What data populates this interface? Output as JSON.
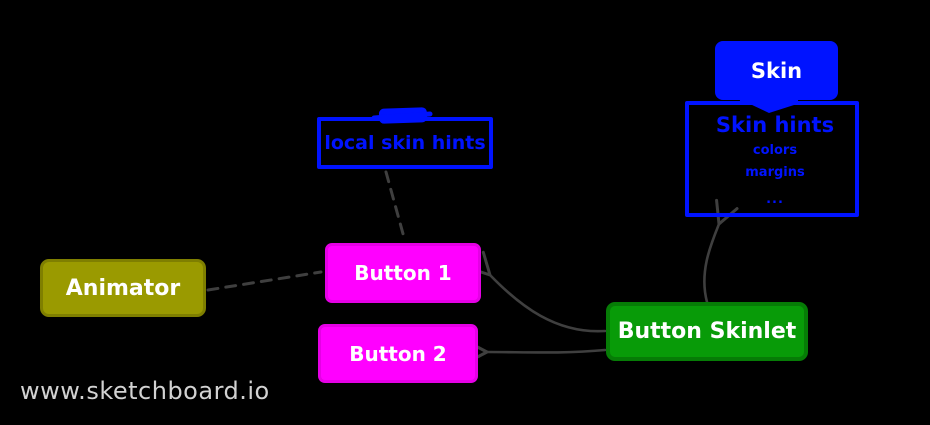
{
  "diagram": {
    "watermark": "www.sketchboard.io",
    "nodes": {
      "skin": {
        "label": "Skin",
        "shape": "filled-rect",
        "color_key": "blue"
      },
      "skin_hints": {
        "title": "Skin hints",
        "attrs": [
          "colors",
          "margins",
          "..."
        ],
        "shape": "outlined-rect",
        "color_key": "blue"
      },
      "local_skin_hints": {
        "label": "local skin hints",
        "shape": "outlined-rect",
        "color_key": "blue"
      },
      "animator": {
        "label": "Animator",
        "shape": "filled-rect",
        "color_key": "olive"
      },
      "button1": {
        "label": "Button 1",
        "shape": "filled-rect",
        "color_key": "magenta"
      },
      "button2": {
        "label": "Button 2",
        "shape": "filled-rect",
        "color_key": "magenta"
      },
      "button_skinlet": {
        "label": "Button Skinlet",
        "shape": "filled-rect",
        "color_key": "green"
      }
    },
    "edges": [
      {
        "from": "local_skin_hints",
        "to": "button1",
        "style": "dashed",
        "arrowhead": "none"
      },
      {
        "from": "animator",
        "to": "button1",
        "style": "dashed",
        "arrowhead": "none"
      },
      {
        "from": "button_skinlet",
        "to": "button1",
        "style": "solid-curved",
        "arrowhead": "open"
      },
      {
        "from": "button_skinlet",
        "to": "button2",
        "style": "solid",
        "arrowhead": "open"
      },
      {
        "from": "button_skinlet",
        "to": "skin_hints",
        "style": "solid-curved",
        "arrowhead": "open"
      }
    ],
    "connectors": [
      {
        "between": [
          "skin",
          "skin_hints"
        ],
        "style": "scribble"
      },
      {
        "on": "local_skin_hints",
        "position": "top",
        "style": "scribble"
      }
    ]
  },
  "colors": {
    "blue": "#0013ff",
    "magenta": "#ff00ff",
    "magenta-dark": "#e500e5",
    "olive": "#9a9a00",
    "olive-dark": "#7f7f00",
    "green": "#089b08",
    "green-dark": "#067c06",
    "edge": "#3f3f3f",
    "watermark": "#d2d2d2"
  }
}
